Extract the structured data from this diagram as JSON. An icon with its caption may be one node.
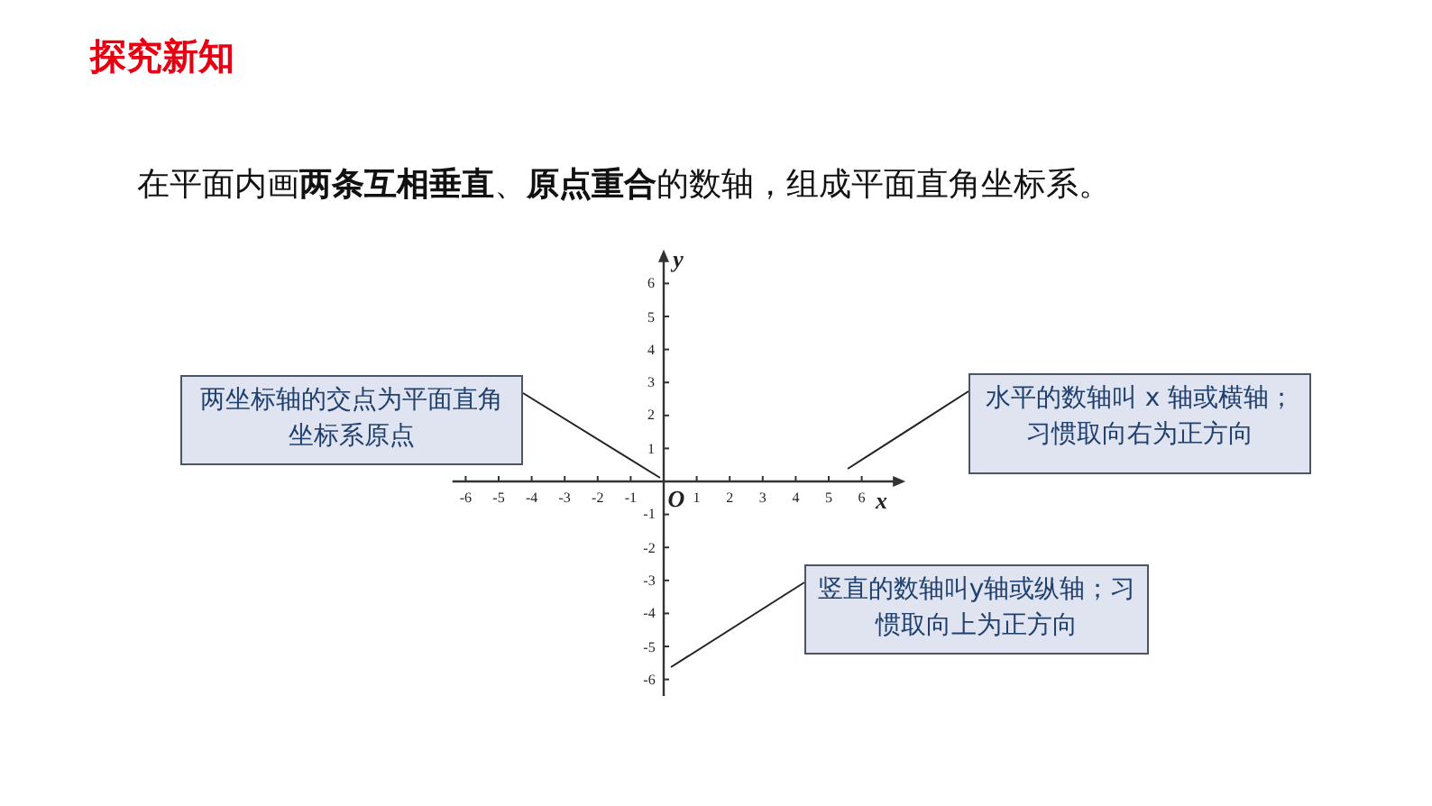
{
  "diagram": {
    "title": "探究新知",
    "caption": "在平面内画**两条互相垂直**、**原点重合**的数轴，组成平面直角坐标系。",
    "nodes": [
      {
        "text": [
          "两坐标轴的交点为平面直角坐标系原点"
        ]
      },
      {
        "text": [
          "水平的数轴叫 x 轴或横轴；习惯取向右为正方向"
        ]
      },
      {
        "text": [
          "竖直的数轴叫y轴或纵轴；习惯取向上为正方向"
        ]
      }
    ],
    "edges": [
      {
        "from": 0,
        "to": null,
        "arrow": "none"
      },
      {
        "from": 1,
        "to": null,
        "arrow": "none"
      },
      {
        "from": 2,
        "to": null,
        "arrow": "none"
      }
    ],
    "labels": [
      "y",
      "6",
      "5",
      "4",
      "3",
      "2",
      "1",
      "-6",
      "-5",
      "-4",
      "-3",
      "-2",
      "-1",
      "O",
      "1",
      "2",
      "3",
      "4",
      "5",
      "6",
      "x",
      "-1",
      "-2",
      "-3",
      "-4",
      "-5",
      "-6"
    ]
  }
}
